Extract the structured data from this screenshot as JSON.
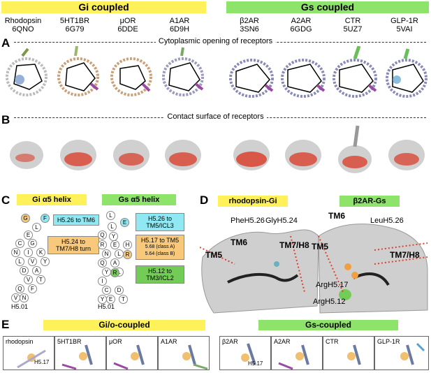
{
  "header": {
    "gi": "Gi coupled",
    "gs": "Gs coupled"
  },
  "receptors": [
    {
      "name": "Rhodopsin",
      "pdb": "6QNO"
    },
    {
      "name": "5HT1BR",
      "pdb": "6G79"
    },
    {
      "name": "μOR",
      "pdb": "6DDE"
    },
    {
      "name": "A1AR",
      "pdb": "6D9H"
    },
    {
      "name": "β2AR",
      "pdb": "3SN6"
    },
    {
      "name": "A2AR",
      "pdb": "6GDG"
    },
    {
      "name": "CTR",
      "pdb": "5UZ7"
    },
    {
      "name": "GLP-1R",
      "pdb": "5VAI"
    }
  ],
  "panels": {
    "a": {
      "letter": "A",
      "caption": "Cytoplasmic opening of receptors"
    },
    "b": {
      "letter": "B",
      "caption": "Contact surface of receptors"
    },
    "c": {
      "letter": "C",
      "gi_title": "Gi α5 helix",
      "gs_title": "Gs α5 helix",
      "gi_boxes": [
        {
          "label": "H5.26 to TM6"
        },
        {
          "label": "H5.24 to TM7/H8 turn"
        }
      ],
      "gs_boxes": [
        {
          "label": "H5.26 to TM5/ICL3"
        },
        {
          "label": "H5.17 to TM5",
          "sub1": "5.68 (class A)",
          "sub2": "5.64 (class B)"
        },
        {
          "label": "H5.12 to TM3/ICL2"
        }
      ],
      "h501": "H5.01",
      "gi_residues": [
        "G",
        "F",
        "L",
        "E",
        "C",
        "G",
        "N",
        "I",
        "K",
        "L",
        "V",
        "Y",
        "D",
        "A",
        "V",
        "T",
        "Q",
        "F",
        "N",
        "V"
      ],
      "gs_residues": [
        "L",
        "E",
        "L",
        "Q",
        "Y",
        "R",
        "E",
        "H",
        "N",
        "L",
        "Q",
        "A",
        "R",
        "Y",
        "L",
        "I",
        "R",
        "C",
        "D",
        "E",
        "T",
        "Y"
      ]
    },
    "d": {
      "letter": "D",
      "left_title": "rhodopsin-Gi",
      "right_title": "β2AR-Gs",
      "labels": {
        "phe": "PheH5.26",
        "gly": "GlyH5.24",
        "tm6a": "TM6",
        "tm5a": "TM5",
        "tm7a": "TM7/H8",
        "tm6b": "TM6",
        "leu": "LeuH5.26",
        "tm5b": "TM5",
        "tm7b": "TM7/H8",
        "arg17": "ArgH5.17",
        "arg12": "ArgH5.12"
      }
    },
    "e": {
      "letter": "E",
      "gi_title": "Gi/o-coupled",
      "gs_title": "Gs-coupled",
      "boxes": [
        "rhodopsin",
        "5HT1BR",
        "μOR",
        "A1AR",
        "β2AR",
        "A2AR",
        "CTR",
        "GLP-1R"
      ],
      "h517": "H5.17"
    }
  },
  "colors": {
    "gi_banner": "#fff15a",
    "gs_banner": "#8ee36b",
    "cyan": "#8fe8f2",
    "orange": "#f8c97a",
    "green": "#72cc55",
    "red": "#d9422f"
  }
}
